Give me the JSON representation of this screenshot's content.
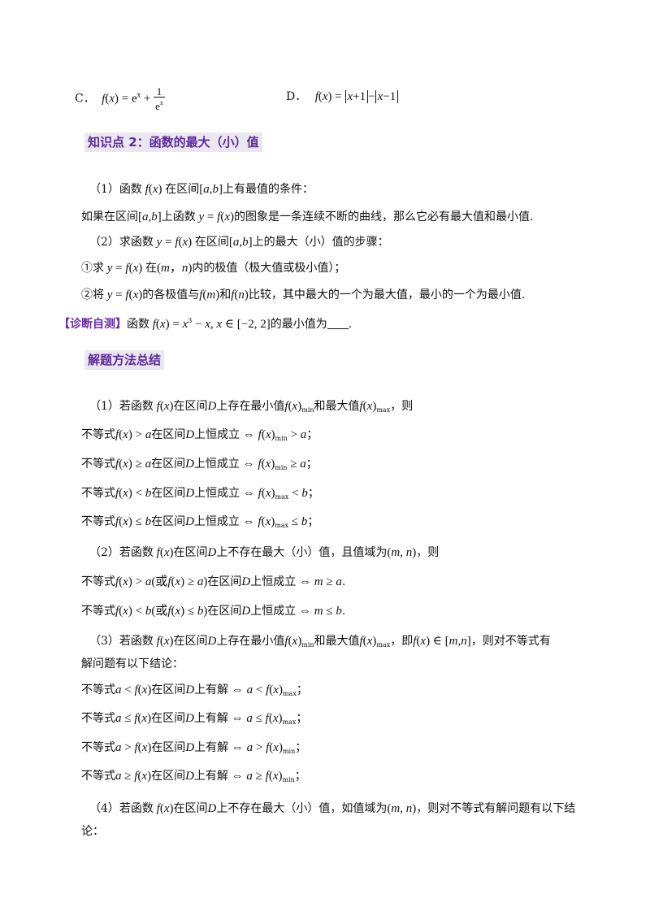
{
  "options": {
    "c_label": "C．",
    "d_label": "D．"
  },
  "section2": {
    "title": "知识点 2：函数的最大（小）值",
    "p1_prefix": "（1）函数",
    "p1_mid": "在区间",
    "p1_suffix": "上有最值的条件：",
    "p2_prefix": "如果在区间",
    "p2_mid1": "上函数",
    "p2_suffix": "的图象是一条连续不断的曲线，那么它必有最大值和最小值.",
    "p3_prefix": "（2）求函数",
    "p3_mid": "在区间",
    "p3_suffix": "上的最大（小）值的步骤：",
    "p4_prefix": "①求",
    "p4_mid": "在",
    "p4_suffix": "内的极值（极大值或极小值）；",
    "p5_prefix": "②将",
    "p5_mid1": "的各极值与",
    "p5_mid2": "和",
    "p5_suffix": "比较，其中最大的一个为最大值，最小的一个为最小值.",
    "diag_label": "【诊断自测】",
    "diag_prefix": "函数",
    "diag_suffix": "的最小值为",
    "diag_end": "."
  },
  "methods": {
    "title": "解题方法总结",
    "q1_prefix": "（1）若函数",
    "q1_mid1": "在区间",
    "q1_mid2": "上存在最小值",
    "q1_mid3": "和最大值",
    "q1_suffix": "，则",
    "ineq_prefix": "不等式",
    "in_d_const": "在区间",
    "const_always": "上恒成立",
    "has_solution": "上有解",
    "q2_prefix": "（2）若函数",
    "q2_mid": "上不存在最大（小）值，且值域为",
    "q2_suffix": "，则",
    "q3_prefix": "（3）若函数",
    "q3_mid3": "，即",
    "q3_suffix": "，则对不等式有",
    "q3_line2": "解问题有以下结论：",
    "q4_prefix": "（4）若函数",
    "q4_mid": "上不存在最大（小）值，如值域为",
    "q4_suffix": "，则对不等式有解问题有以下结",
    "q4_line2": "论："
  }
}
